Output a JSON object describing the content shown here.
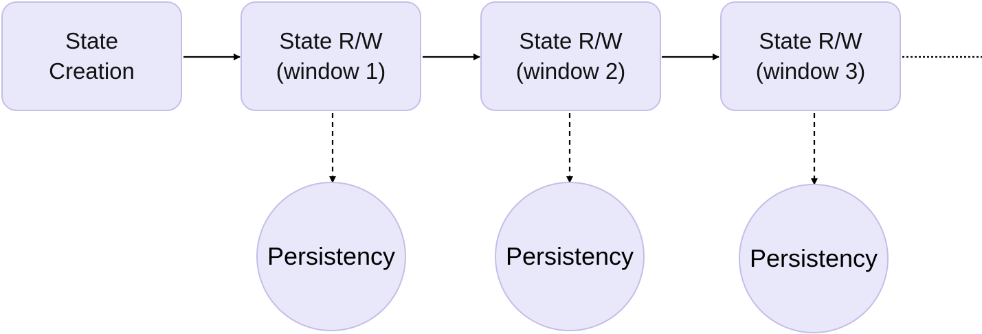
{
  "nodes": {
    "state_creation": {
      "line1": "State",
      "line2": "Creation"
    },
    "window_1": {
      "line1": "State R/W",
      "line2": "(window 1)"
    },
    "window_2": {
      "line1": "State R/W",
      "line2": "(window 2)"
    },
    "window_3": {
      "line1": "State R/W",
      "line2": "(window 3)"
    }
  },
  "persistency": [
    {
      "label": "Persistency"
    },
    {
      "label": "Persistency"
    },
    {
      "label": "Persistency"
    }
  ],
  "colors": {
    "node_fill": "#e8e8fa",
    "node_border": "#c7bde8",
    "arrow": "#000000"
  }
}
